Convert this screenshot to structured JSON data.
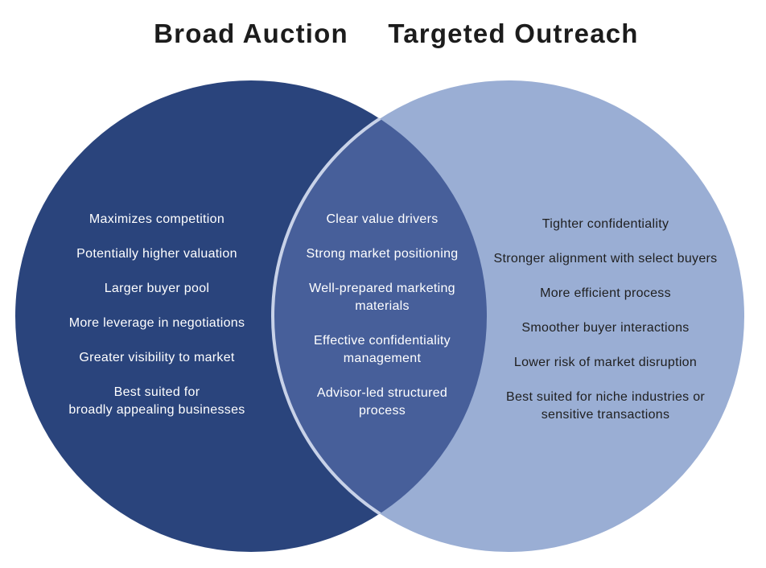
{
  "titles": {
    "left": "Broad Auction",
    "right": "Targeted Outreach"
  },
  "colors": {
    "left_circle": "#2a447c",
    "right_circle": "#9aaed4",
    "overlap": "#475f9a",
    "outline": "#c8d2e8"
  },
  "left_items": [
    "Maximizes competition",
    "Potentially higher valuation",
    "Larger buyer pool",
    "More leverage in negotiations",
    "Greater visibility to market",
    "Best suited for\nbroadly appealing businesses"
  ],
  "overlap_items": [
    "Clear value drivers",
    "Strong market positioning",
    "Well-prepared marketing\nmaterials",
    "Effective confidentiality\nmanagement",
    "Advisor-led structured\nprocess"
  ],
  "right_items": [
    "Tighter confidentiality",
    "Stronger alignment with select buyers",
    "More efficient process",
    "Smoother buyer interactions",
    "Lower risk of market disruption",
    "Best suited for niche industries or\nsensitive transactions"
  ]
}
